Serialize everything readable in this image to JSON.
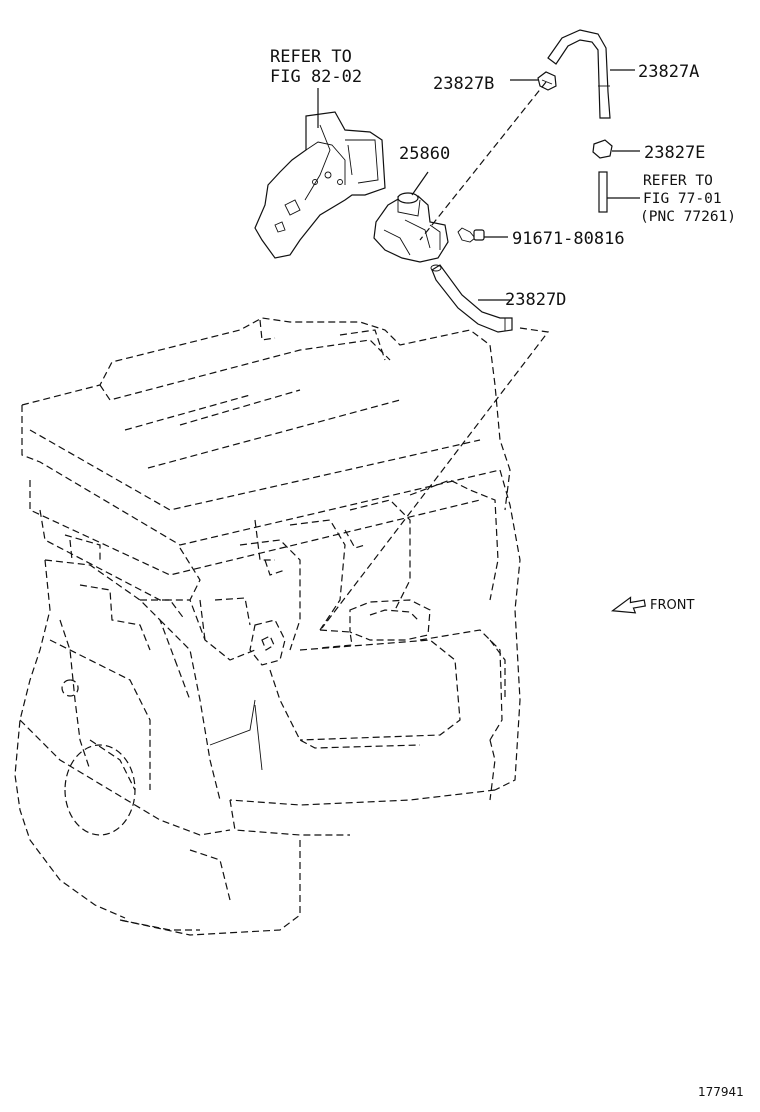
{
  "labels": {
    "refer_82_line1": "REFER TO",
    "refer_82_line2": "FIG 82-02",
    "part_23827B": "23827B",
    "part_23827A": "23827A",
    "part_25860": "25860",
    "part_23827E": "23827E",
    "refer_77_line1": "REFER TO",
    "refer_77_line2": "FIG 77-01",
    "refer_77_line3": "(PNC 77261)",
    "part_91671": "91671-80816",
    "part_23827D": "23827D",
    "front": "FRONT",
    "figure_id": "177941"
  },
  "icons": {
    "front_arrow": "front-arrow-icon"
  }
}
